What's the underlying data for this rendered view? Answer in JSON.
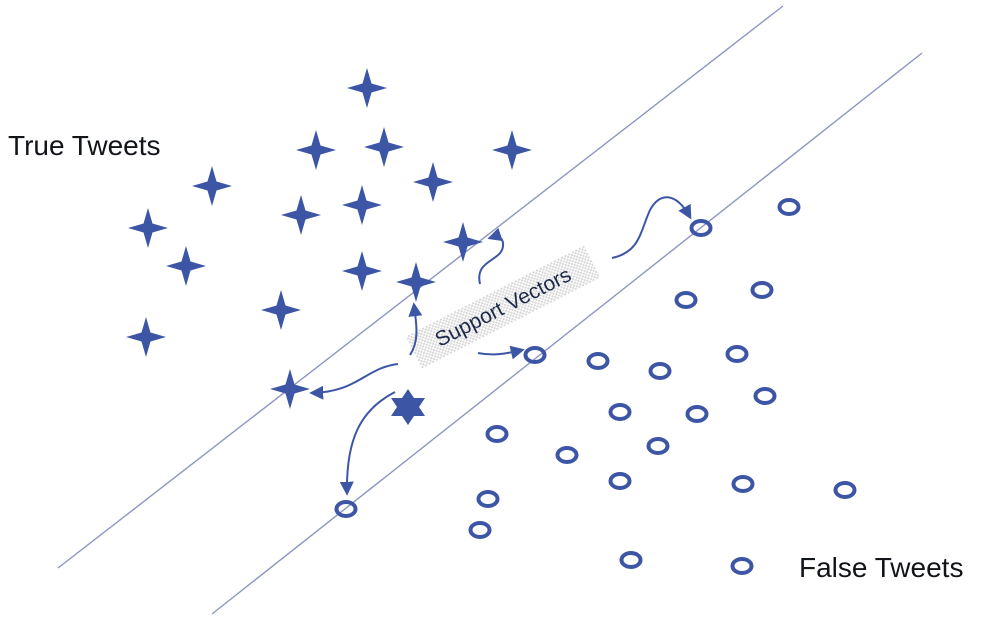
{
  "labels": {
    "true_class": "True Tweets",
    "false_class": "False Tweets",
    "support_vectors": "Support Vectors"
  },
  "colors": {
    "marker": "#3c56a5",
    "line": "#8d96c2",
    "text": "#111418",
    "label_box": "#e6e6e6"
  },
  "icons": {
    "true_marker": "four-point-star-icon",
    "false_marker": "ring-icon",
    "new_point_marker": "six-point-star-icon"
  }
}
